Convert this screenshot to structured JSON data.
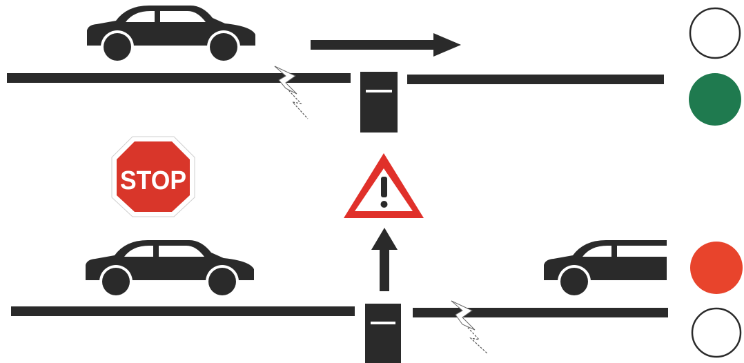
{
  "colors": {
    "ink": "#2a2a2a",
    "light_green": "#1f7a4f",
    "light_red": "#e8442c",
    "stop_red": "#d9362a",
    "warning_red": "#e0302a",
    "paper": "#ffffff"
  },
  "signs": {
    "stop_text": "STOP",
    "warning_symbol": "!"
  },
  "icons": {
    "car": "car-icon",
    "arrow": "arrow-icon",
    "stop_sign": "stop-sign-icon",
    "warning": "warning-triangle-icon",
    "break_fault": "lightning-break-icon",
    "signal_box": "signal-box-icon",
    "indicator_light": "indicator-light-icon"
  },
  "indicators": {
    "top_upper": "off",
    "top_lower": "green",
    "bottom_upper": "red",
    "bottom_lower": "off"
  }
}
